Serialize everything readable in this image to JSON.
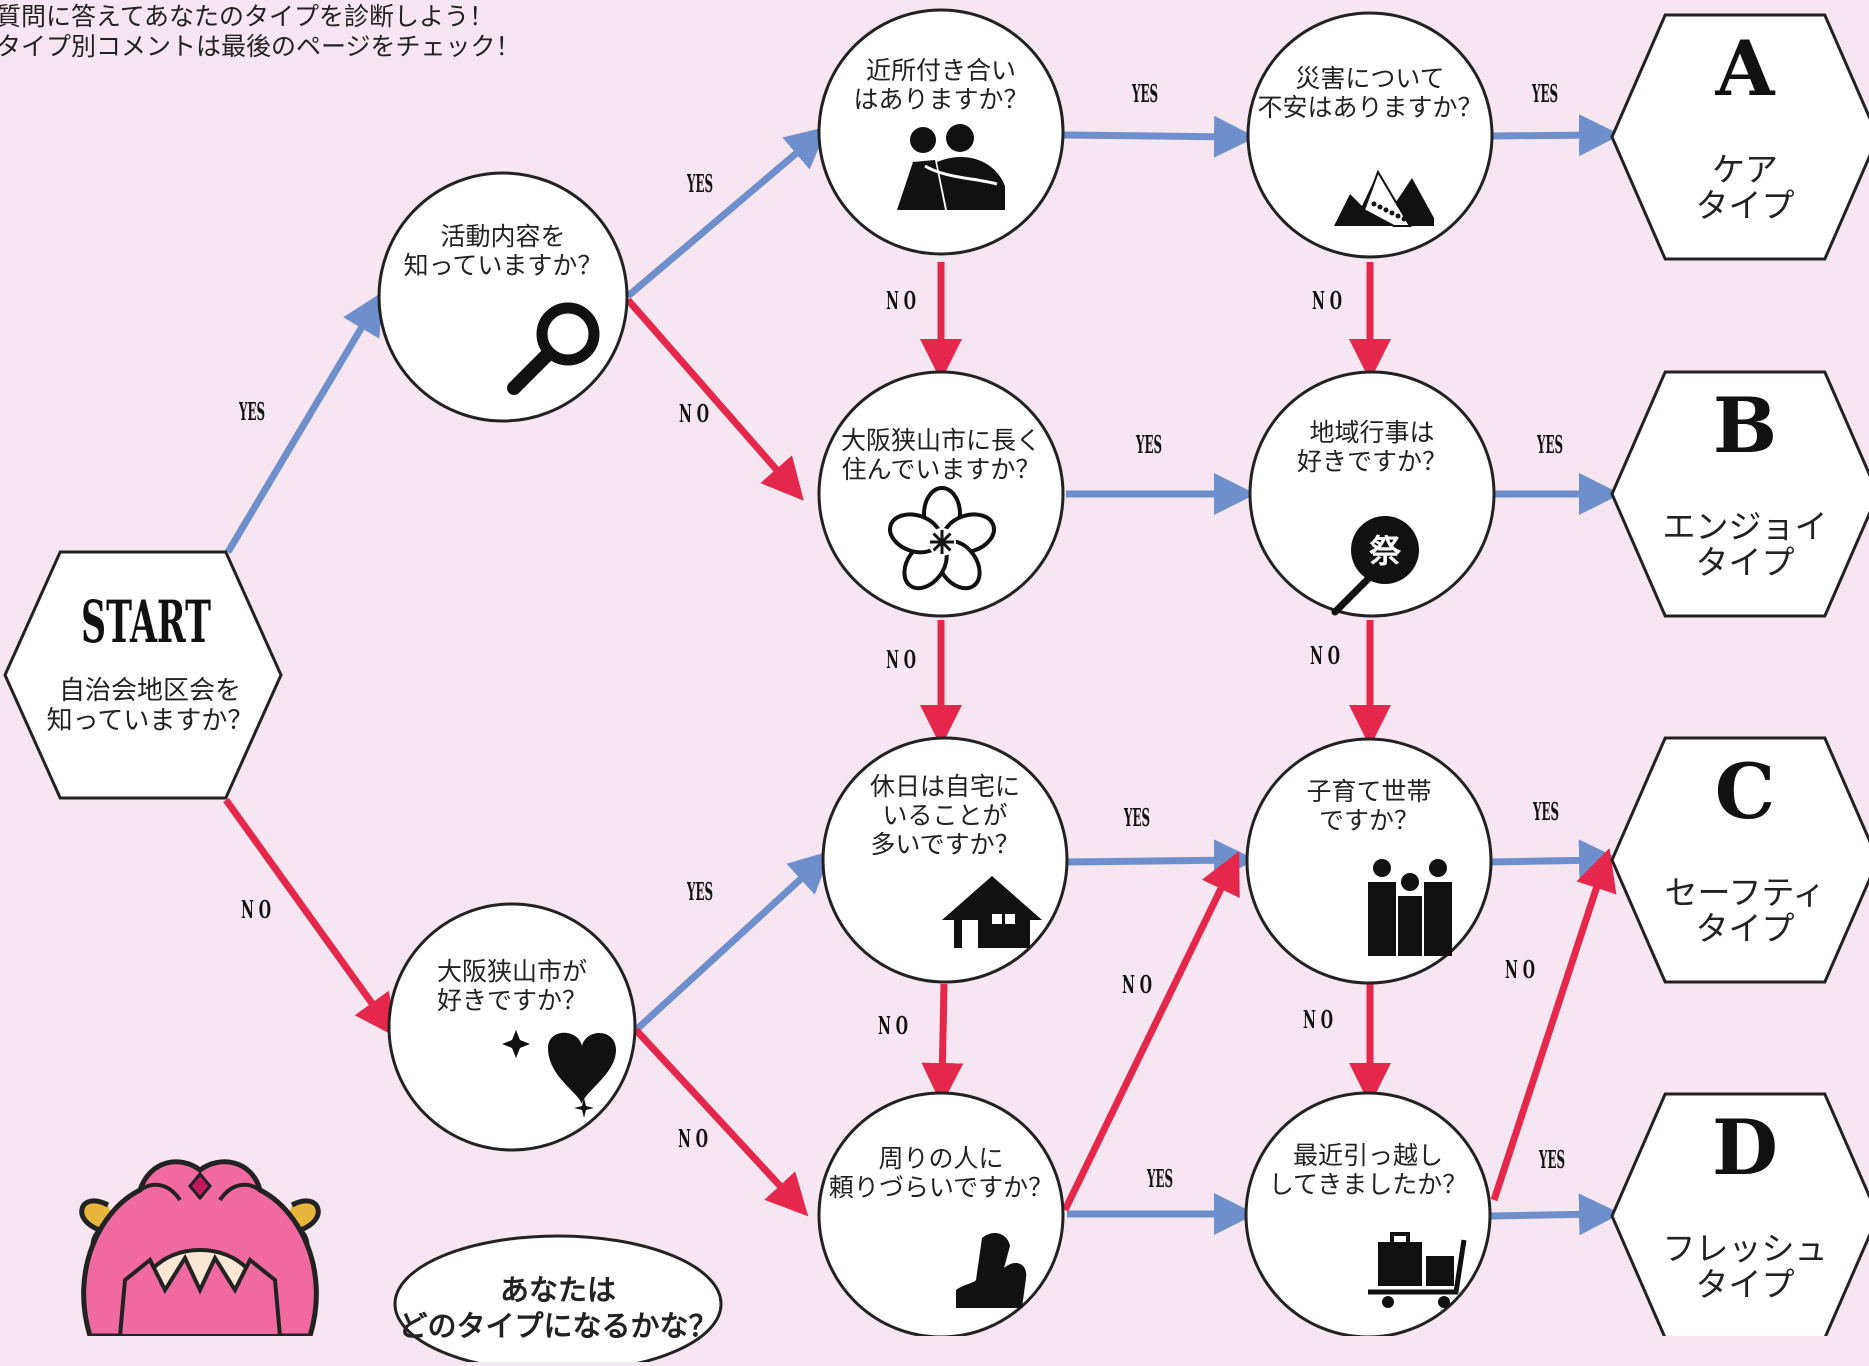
{
  "intro": {
    "line1": "質問に答えてあなたのタイプを診断しよう！",
    "line2": "タイプ別コメントは最後のページをチェック！"
  },
  "start": {
    "title": "START",
    "question": [
      "自治会地区会を",
      "知っていますか？"
    ]
  },
  "questions": {
    "q_activity": {
      "text": [
        "活動内容を",
        "知っていますか？"
      ],
      "icon": "magnifier-icon"
    },
    "q_like_city": {
      "text": [
        "大阪狭山市が",
        "好きですか？"
      ],
      "icon": "sparkle-heart-icon"
    },
    "q_neighbors": {
      "text": [
        "近所付き合い",
        "はありますか？"
      ],
      "icon": "people-icon"
    },
    "q_long_live": {
      "text": [
        "大阪狭山市に長く",
        "住んでいますか？"
      ],
      "icon": "sakura-icon"
    },
    "q_home": {
      "text": [
        "休日は自宅に",
        "いることが",
        "多いですか？"
      ],
      "icon": "house-icon"
    },
    "q_rely": {
      "text": [
        "周りの人に",
        "頼りづらいですか？"
      ],
      "icon": "muscle-arm-icon"
    },
    "q_disaster": {
      "text": [
        "災害について",
        "不安はありますか？"
      ],
      "icon": "landslide-icon"
    },
    "q_events": {
      "text": [
        "地域行事は",
        "好きですか？"
      ],
      "icon": "festival-fan-icon"
    },
    "q_child": {
      "text": [
        "子育て世帯",
        "ですか？"
      ],
      "icon": "family-icon"
    },
    "q_moved": {
      "text": [
        "最近引っ越し",
        "してきましたか？"
      ],
      "icon": "luggage-cart-icon"
    }
  },
  "results": {
    "A": {
      "letter": "A",
      "name": [
        "ケア",
        "タイプ"
      ]
    },
    "B": {
      "letter": "B",
      "name": [
        "エンジョイ",
        "タイプ"
      ]
    },
    "C": {
      "letter": "C",
      "name": [
        "セーフティ",
        "タイプ"
      ]
    },
    "D": {
      "letter": "D",
      "name": [
        "フレッシュ",
        "タイプ"
      ]
    }
  },
  "labels": {
    "yes": "YES",
    "no": "N O"
  },
  "bubble": [
    "あなたは",
    "どのタイプになるかな？"
  ],
  "colors": {
    "background": "#f6e6f1",
    "yes_arrow": "#6e8fcc",
    "no_arrow": "#e4274b",
    "node_fill": "#ffffff",
    "outline": "#222222"
  }
}
